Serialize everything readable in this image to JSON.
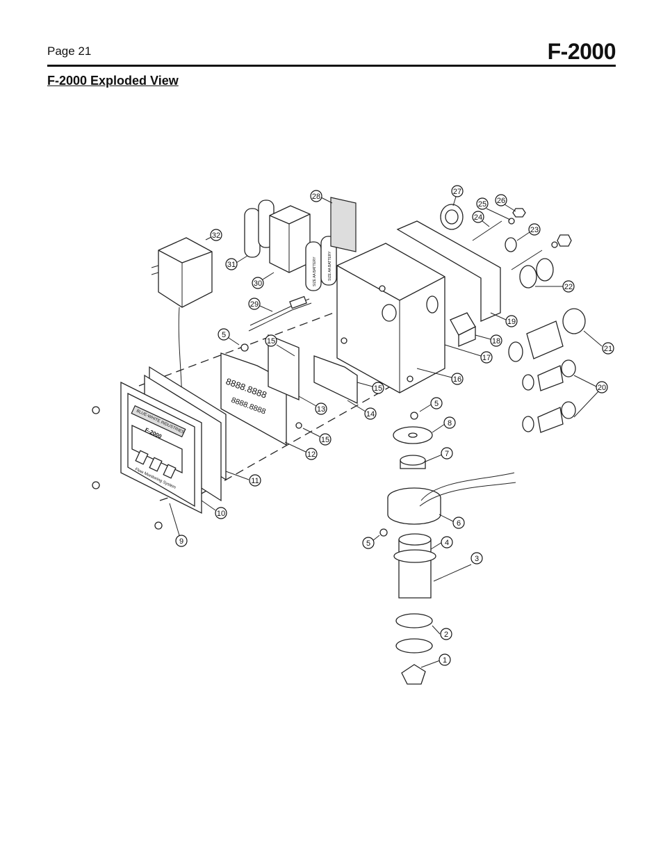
{
  "header": {
    "page_label": "Page 21",
    "model": "F-2000"
  },
  "section_title": "F-2000 Exploded View",
  "diagram": {
    "device_labels": {
      "brand": "BLUE-WHITE  INDUSTRIES",
      "model": "F-2000",
      "tagline": "Flow Monitoring System",
      "lcd_top": "8888.8888",
      "lcd_bottom": "8888.8888",
      "battery_1": "SIZE AA BATTERY",
      "battery_2": "SIZE AA BATTERY"
    },
    "callouts": [
      "1",
      "2",
      "3",
      "4",
      "5",
      "5",
      "5",
      "6",
      "7",
      "8",
      "9",
      "10",
      "11",
      "12",
      "13",
      "14",
      "15",
      "15",
      "15",
      "16",
      "17",
      "18",
      "19",
      "20",
      "21",
      "22",
      "23",
      "24",
      "25",
      "26",
      "27",
      "28",
      "29",
      "30",
      "31",
      "32"
    ]
  }
}
